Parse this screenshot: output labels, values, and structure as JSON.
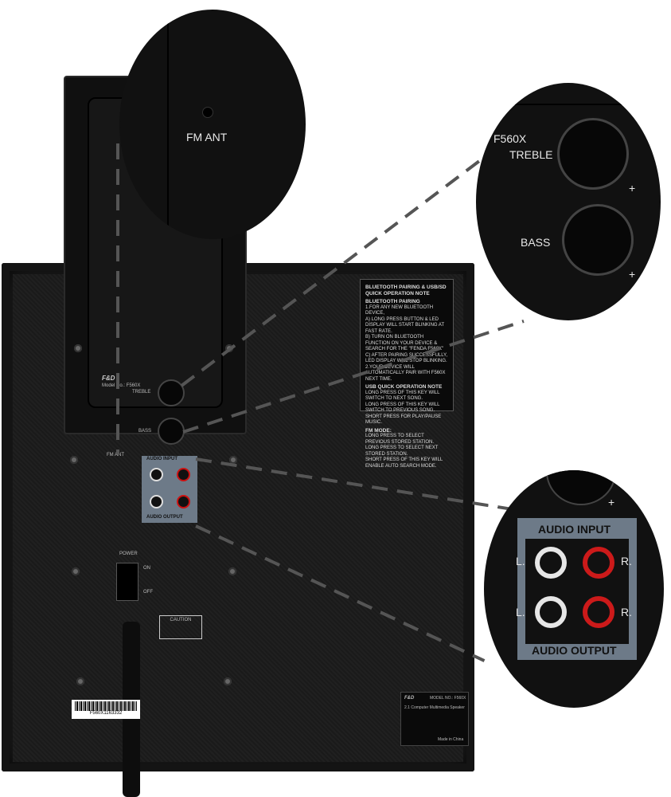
{
  "fm_zoom": {
    "label": "FM ANT"
  },
  "tone_zoom": {
    "model": "F560X",
    "treble": "TREBLE",
    "bass": "BASS",
    "plus": "+"
  },
  "audio_zoom": {
    "input": "AUDIO INPUT",
    "output": "AUDIO OUTPUT",
    "left": "L.",
    "right": "R.",
    "plus": "+"
  },
  "panel": {
    "brand": "F&D",
    "model": "Model No.: F560X",
    "treble": "TREBLE",
    "bass": "BASS",
    "fm_ant": "FM ANT",
    "audio_input": "AUDIO INPUT",
    "audio_output": "AUDIO OUTPUT",
    "power": "POWER",
    "on": "ON",
    "off": "OFF",
    "caution": "CAUTION"
  },
  "sticker": {
    "title": "BLUETOOTH PAIRING & USB/SD QUICK OPERATION NOTE",
    "bt_head": "BLUETOOTH PAIRING",
    "bt_lines": [
      "1.FOR ANY NEW BLUETOOTH DEVICE,",
      "A) LONG PRESS BUTTON & LED DISPLAY WILL START BLINKING AT FAST RATE.",
      "B) TURN ON BLUETOOTH FUNCTION ON YOUR DEVICE & SEARCH FOR THE \"FENDA F560X\"",
      "C) AFTER PAIRING SUCCESSFULLY, LED DISPLAY WILL STOP BLINKING.",
      "2.YOUR DEVICE WILL AUTOMATICALLY PAIR WITH F560X NEXT TIME."
    ],
    "usb_head": "USB QUICK OPERATION NOTE",
    "usb_lines": [
      "LONG PRESS OF THIS KEY WILL SWITCH TO NEXT SONG.",
      "LONG PRESS OF THIS KEY WILL SWITCH TO PREVIOUS SONG.",
      "SHORT PRESS FOR PLAY/PAUSE MUSIC."
    ],
    "fm_head": "FM MODE:",
    "fm_lines": [
      "LONG PRESS TO SELECT PREVIOUS STORED STATION.",
      "LONG PRESS TO SELECT NEXT STORED STATION.",
      "SHORT PRESS OF THIS KEY WILL ENABLE AUTO SEARCH MODE."
    ]
  },
  "rating": {
    "brand": "F&D",
    "model": "MODEL NO.: F560X",
    "product": "2.1 Computer Multimedia Speaker",
    "made_in": "Made in China"
  },
  "barcode": {
    "serial": "F560X1163332"
  }
}
